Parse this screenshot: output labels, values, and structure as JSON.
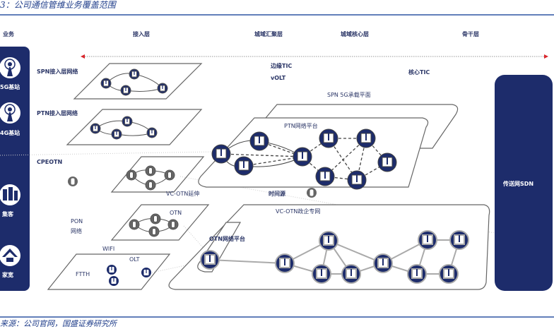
{
  "title": "3：公司通信管维业务覆盖范围",
  "source": "来源：公司官网，国盛证券研究所",
  "header": {
    "business": "业务",
    "access": "接入层",
    "metro_aggregation": "城域汇聚层",
    "metro_core": "城域核心层",
    "backbone": "骨干层"
  },
  "sidebar": {
    "items": [
      {
        "label": "5G基站",
        "icon": "tower-icon"
      },
      {
        "label": "4G基站",
        "icon": "tower-icon"
      },
      {
        "label": "集客",
        "icon": "building-icon"
      },
      {
        "label": "家宽",
        "icon": "home-icon"
      }
    ]
  },
  "right_box": "传送网SDN",
  "labels": {
    "spn_access": "SPN接入层网络",
    "ptn_access": "PTN接入层网络",
    "cpeotn": "CPEOTN",
    "pon": "PON",
    "pon2": "网络",
    "wifi": "WIFI",
    "olt": "OLT",
    "ftth": "FTTH",
    "otn": "OTN",
    "vcotn_ext": "VC-OTN延伸",
    "time_source": "时间源",
    "edge_tic": "边缘TIC",
    "volt": "vOLT",
    "core_tic": "核心TIC",
    "spn_5g": "SPN 5G承载平面",
    "ptn_platform": "PTN网络平台",
    "vcotn_gov": "VC-OTN政企专网",
    "otn_platform": "OTN网络平台"
  },
  "colors": {
    "navy": "#1d2c6b",
    "accent_line": "#2f55a4",
    "arrow": "#d9262c"
  }
}
